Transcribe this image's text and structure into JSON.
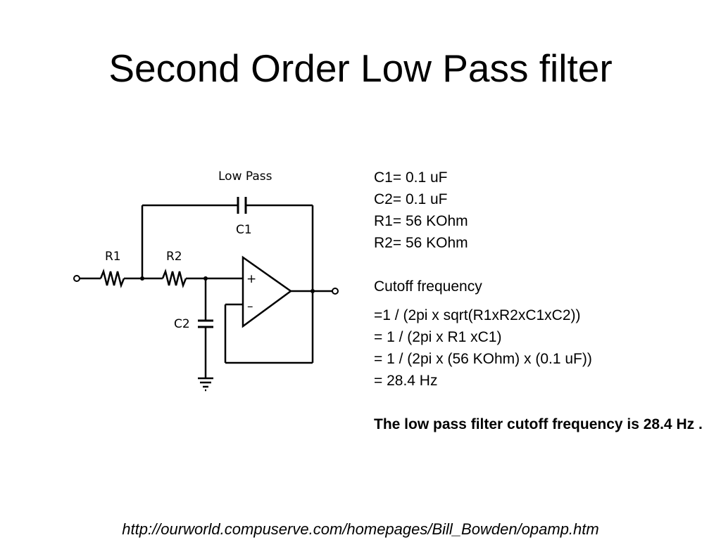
{
  "title": "Second Order Low Pass filter",
  "circuit": {
    "caption": "Low Pass",
    "labels": {
      "c1": "C1",
      "c2": "C2",
      "r1": "R1",
      "r2": "R2",
      "plus": "+",
      "minus": "–"
    }
  },
  "components": {
    "c1": "C1= 0.1 uF",
    "c2": "C2= 0.1 uF",
    "r1": "R1= 56 KOhm",
    "r2": "R2= 56 KOhm"
  },
  "cutoff": {
    "heading": "Cutoff frequency",
    "steps": [
      "=1 / (2pi x sqrt(R1xR2xC1xC2))",
      "= 1 / (2pi x R1 xC1)",
      "= 1 / (2pi x (56 KOhm) x (0.1 uF))",
      "= 28.4 Hz"
    ],
    "conclusion": "The low pass filter cutoff frequency is 28.4 Hz ."
  },
  "source_url": "http://ourworld.compuserve.com/homepages/Bill_Bowden/opamp.htm"
}
